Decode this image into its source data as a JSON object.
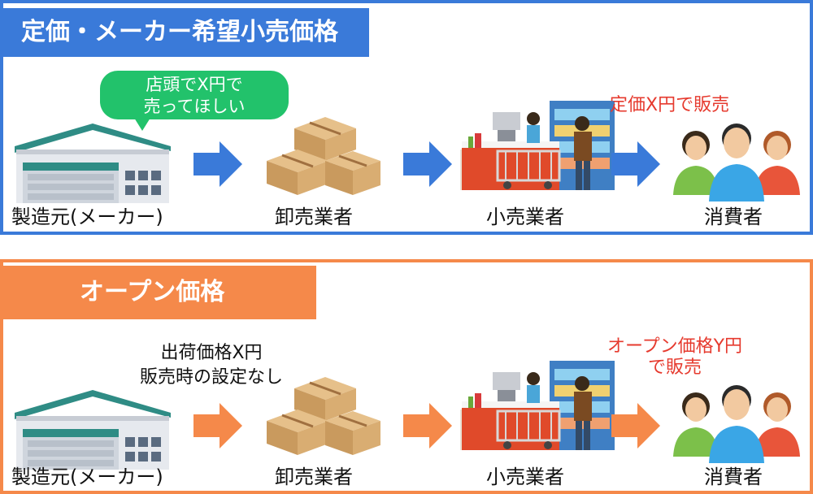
{
  "top": {
    "title": "定価・メーカー希望小売価格",
    "bubble_line1": "店頭でX円で",
    "bubble_line2": "売ってほしい",
    "price_note": "定価X円で販売",
    "labels": [
      "製造元(メーカー)",
      "卸売業者",
      "小売業者",
      "消費者"
    ],
    "accent": "#3a7ad9"
  },
  "bottom": {
    "title": "オープン価格",
    "maker_note_line1": "出荷価格X円",
    "maker_note_line2": "販売時の設定なし",
    "price_note_line1": "オープン価格Y円",
    "price_note_line2": "で販売",
    "labels": [
      "製造元(メーカー)",
      "卸売業者",
      "小売業者",
      "消費者"
    ],
    "accent": "#f5894a"
  },
  "icons": [
    "factory-icon",
    "boxes-icon",
    "store-icon",
    "consumers-icon",
    "arrow-right-icon"
  ]
}
